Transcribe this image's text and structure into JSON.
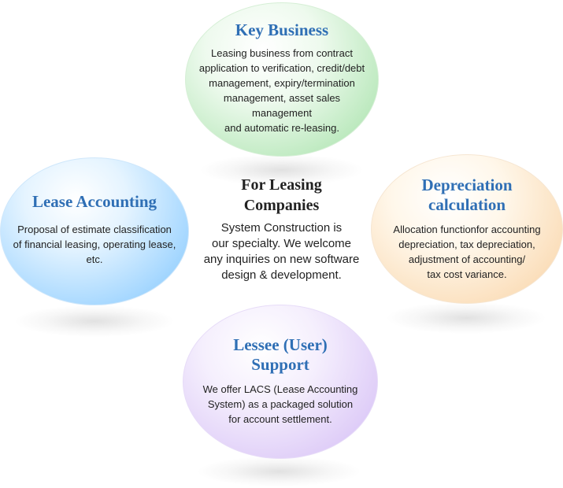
{
  "center": {
    "title_lines": [
      "For Leasing",
      "Companies"
    ],
    "text_lines": [
      "System Construction is",
      "our specialty.  We welcome",
      "any inquiries on new software",
      "design & development."
    ]
  },
  "bubbles": {
    "key_business": {
      "title_lines": [
        "Key Business"
      ],
      "text_lines": [
        "Leasing business from contract",
        "application to verification, credit/debt",
        "management, expiry/termination",
        "management, asset sales",
        "management",
        "and automatic re-leasing."
      ],
      "color": "#9edba2"
    },
    "lease_accounting": {
      "title_lines": [
        "Lease Accounting"
      ],
      "text_lines": [
        "Proposal of estimate classification",
        "of financial leasing, operating lease,",
        "etc."
      ],
      "color": "#7ec4fb"
    },
    "depreciation": {
      "title_lines": [
        "Depreciation",
        "calculation"
      ],
      "text_lines": [
        "Allocation functionfor accounting",
        "depreciation, tax depreciation,",
        "adjustment of accounting/",
        "tax cost variance."
      ],
      "color": "#f7cf9e"
    },
    "lessee_support": {
      "title_lines": [
        "Lessee (User)",
        "Support"
      ],
      "text_lines": [
        "We offer LACS (Lease Accounting",
        "System) as a packaged solution",
        "for account settlement."
      ],
      "color": "#cdb3f3"
    }
  },
  "title_color": "#2f6fb5"
}
